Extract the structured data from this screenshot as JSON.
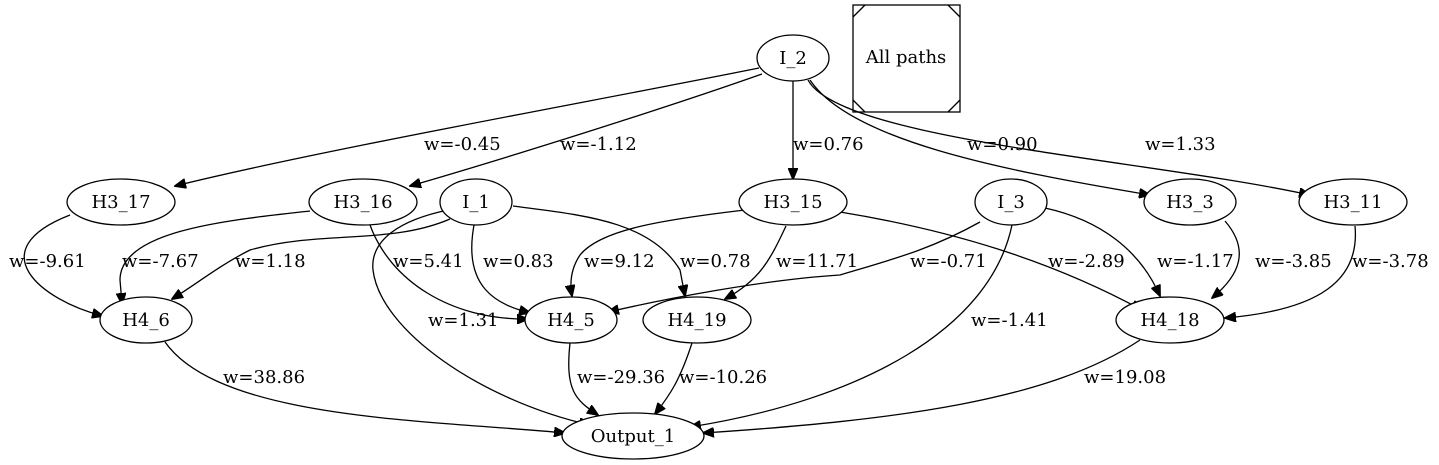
{
  "legend": {
    "label": "All paths"
  },
  "nodes": {
    "I_2": "I_2",
    "I_1": "I_1",
    "I_3": "I_3",
    "H3_17": "H3_17",
    "H3_16": "H3_16",
    "H3_15": "H3_15",
    "H3_3": "H3_3",
    "H3_11": "H3_11",
    "H4_6": "H4_6",
    "H4_5": "H4_5",
    "H4_19": "H4_19",
    "H4_18": "H4_18",
    "Output_1": "Output_1"
  },
  "edges": [
    {
      "from": "I_2",
      "to": "H3_17",
      "label": "w=-0.45"
    },
    {
      "from": "I_2",
      "to": "H3_16",
      "label": "w=-1.12"
    },
    {
      "from": "I_2",
      "to": "H3_15",
      "label": "w=0.76"
    },
    {
      "from": "I_2",
      "to": "H3_3",
      "label": "w=0.90"
    },
    {
      "from": "I_2",
      "to": "H3_11",
      "label": "w=1.33"
    },
    {
      "from": "H3_17",
      "to": "H4_6",
      "label": "w=-9.61"
    },
    {
      "from": "H3_16",
      "to": "H4_6",
      "label": "w=-7.67"
    },
    {
      "from": "I_1",
      "to": "H4_6",
      "label": "w=1.18"
    },
    {
      "from": "H3_16",
      "to": "H4_5",
      "label": "w=5.41"
    },
    {
      "from": "I_1",
      "to": "H4_5",
      "label": "w=0.83"
    },
    {
      "from": "I_1",
      "to": "Output_1",
      "label": "w=1.31"
    },
    {
      "from": "H3_15",
      "to": "H4_5",
      "label": "w=9.12"
    },
    {
      "from": "I_1",
      "to": "H4_19",
      "label": "w=0.78"
    },
    {
      "from": "H3_15",
      "to": "H4_19",
      "label": "w=11.71"
    },
    {
      "from": "I_3",
      "to": "H4_5",
      "label": "w=-0.71"
    },
    {
      "from": "H3_15",
      "to": "H4_18",
      "label": "w=-2.89"
    },
    {
      "from": "I_3",
      "to": "H4_18",
      "label": "w=-1.17"
    },
    {
      "from": "H3_3",
      "to": "H4_18",
      "label": "w=-3.85"
    },
    {
      "from": "H3_11",
      "to": "H4_18",
      "label": "w=-3.78"
    },
    {
      "from": "I_3",
      "to": "Output_1",
      "label": "w=-1.41"
    },
    {
      "from": "H4_6",
      "to": "Output_1",
      "label": "w=38.86"
    },
    {
      "from": "H4_5",
      "to": "Output_1",
      "label": "w=-29.36"
    },
    {
      "from": "H4_19",
      "to": "Output_1",
      "label": "w=-10.26"
    },
    {
      "from": "H4_18",
      "to": "Output_1",
      "label": "w=19.08"
    }
  ]
}
